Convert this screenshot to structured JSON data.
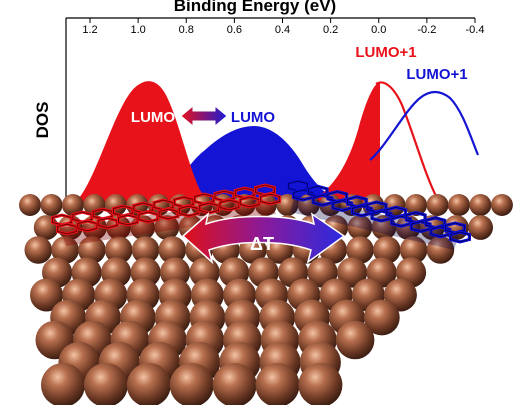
{
  "figure": {
    "x_axis_title": "Binding Energy (eV)",
    "y_axis_title": "DOS",
    "x_ticks": [
      "1.2",
      "1.0",
      "0.8",
      "0.6",
      "0.4",
      "0.2",
      "0.0",
      "-0.2",
      "-0.4"
    ],
    "labels": {
      "lumo_red": "LUMO",
      "lumo_blue": "LUMO",
      "lumo_plus_1_red": "LUMO+1",
      "lumo_plus_1_blue": "LUMO+1",
      "delta_t": "ΔT"
    },
    "colors": {
      "red": "#e8121a",
      "blue": "#1010d8",
      "copper": "#9a5a3e",
      "axis": "#000000"
    },
    "scene": {
      "surface": "copper atomic lattice",
      "molecules": [
        "red graphene nanoribbon",
        "blue graphene nanoribbon"
      ],
      "arrow": "double-headed red-to-blue curved arrow"
    }
  }
}
